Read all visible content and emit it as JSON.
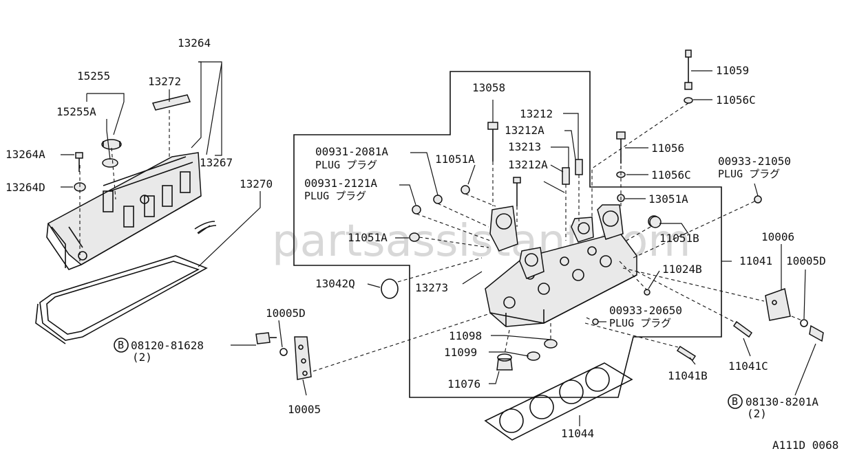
{
  "watermark": "partsassistant.com",
  "figure_code": "A111D 0068",
  "callouts": {
    "c13264": "13264",
    "c15255": "15255",
    "c13272": "13272",
    "c15255A": "15255A",
    "c13264A": "13264A",
    "c13267": "13267",
    "c13264D": "13264D",
    "c13270": "13270",
    "c13058": "13058",
    "c13212": "13212",
    "c13212A_1": "13212A",
    "c13213": "13213",
    "c13212A_2": "13212A",
    "c11059": "11059",
    "c11056C_top": "11056C",
    "c11056": "11056",
    "c11056C": "11056C",
    "c13051A": "13051A",
    "c00931_2081A": "00931-2081A",
    "c00931_2081A_plug": "PLUG プラグ",
    "c11051A_top": "11051A",
    "c00931_2121A": "00931-2121A",
    "c00931_2121A_plug": "PLUG プラグ",
    "c00933_21050": "00933-21050",
    "c00933_21050_plug": "PLUG プラグ",
    "c11051A_left": "11051A",
    "c11051B": "11051B",
    "c13042Q": "13042Q",
    "c13273": "13273",
    "c11024B": "11024B",
    "c11041": "11041",
    "c10006": "10006",
    "c10005D_right": "10005D",
    "c10005D_left": "10005D",
    "c00933_20650": "00933-20650",
    "c00933_20650_plug": "PLUG  プラグ",
    "c08120_81628": "08120-81628",
    "c08120_qty": "(2)",
    "c11098": "11098",
    "c11099": "11099",
    "c11076": "11076",
    "c10005": "10005",
    "c11041C": "11041C",
    "c11041B": "11041B",
    "c08130_8201A": "08130-8201A",
    "c08130_qty": "(2)",
    "c11044": "11044",
    "b_marker_1": "B",
    "b_marker_2": "B"
  }
}
